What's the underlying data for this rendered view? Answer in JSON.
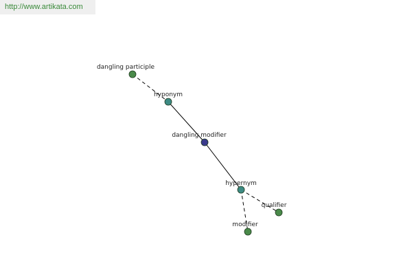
{
  "source_banner": {
    "url_text": "http://www.artikata.com"
  },
  "colors": {
    "center_node": "#3a3a8c",
    "relation_node": "#3d8b84",
    "leaf_node": "#4a8a4a",
    "node_stroke": "#1f3a1f",
    "edge": "#000000",
    "url_text": "#3a8a3a"
  },
  "graph": {
    "nodes": [
      {
        "id": "dangling-participle",
        "label": "dangling participle",
        "kind": "leaf"
      },
      {
        "id": "hyponym",
        "label": "hyponym",
        "kind": "relation"
      },
      {
        "id": "dangling-modifier",
        "label": "dangling modifier",
        "kind": "center"
      },
      {
        "id": "hypernym",
        "label": "hypernym",
        "kind": "relation"
      },
      {
        "id": "qualifier",
        "label": "qualifier",
        "kind": "leaf"
      },
      {
        "id": "modifier",
        "label": "modifier",
        "kind": "leaf"
      }
    ],
    "edges": [
      {
        "from": "dangling-participle",
        "to": "hyponym",
        "style": "dashed"
      },
      {
        "from": "hyponym",
        "to": "dangling-modifier",
        "style": "solid"
      },
      {
        "from": "dangling-modifier",
        "to": "hypernym",
        "style": "solid"
      },
      {
        "from": "hypernym",
        "to": "qualifier",
        "style": "dashed"
      },
      {
        "from": "hypernym",
        "to": "modifier",
        "style": "dashed"
      }
    ]
  }
}
